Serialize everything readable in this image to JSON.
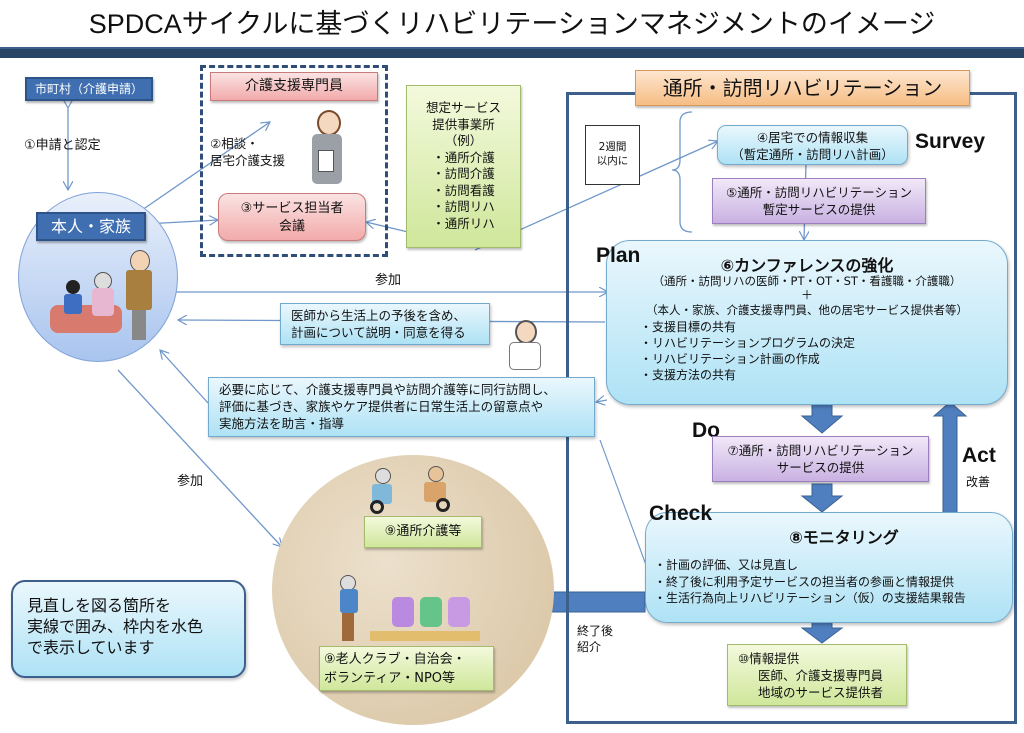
{
  "title": "SPDCAサイクルに基づくリハビリテーションマネジメントのイメージ",
  "left": {
    "municipality": "市町村（介護申請）",
    "step1_label": "①申請と認定",
    "family_label": "本人・家族",
    "step2_label_lines": [
      "②相談・",
      "居宅介護支援"
    ],
    "participate_label_top": "参加",
    "participate_label_bottom": "参加"
  },
  "care_manager_group": {
    "care_manager": "介護支援専門員",
    "step3_lines": [
      "③サービス担当者",
      "会議"
    ]
  },
  "service_providers": {
    "lines": [
      "想定サービス",
      "提供事業所",
      "（例）",
      "・通所介護",
      "・訪問介護",
      "・訪問看護",
      "・訪問リハ",
      "・通所リハ"
    ]
  },
  "notes": {
    "doctor_explain_lines": [
      "医師から生活上の予後を含め、",
      "計画について説明・同意を得る"
    ],
    "accompany_visit_lines": [
      "必要に応じて、介護支援専門員や訪問介護等に同行訪問し、",
      "評価に基づき、家族やケア提供者に日常生活上の留意点や",
      "実施方法を助言・指導"
    ],
    "legend_lines": [
      "見直しを図る箇所を",
      "実線で囲み、枠内を水色",
      "で表示しています"
    ]
  },
  "rehab": {
    "header": "通所・訪問リハビリテーション",
    "within_two_weeks_lines": [
      "2週間",
      "以内に"
    ],
    "step4_lines": [
      "④居宅での情報収集",
      "（暫定通所・訪問リハ計画）"
    ],
    "survey": "Survey",
    "step5_lines": [
      "⑤通所・訪問リハビリテーション",
      "暫定サービスの提供"
    ],
    "plan": "Plan",
    "step6_title": "⑥カンファレンスの強化",
    "step6_sub1": "（通所・訪問リハの医師・PT・OT・ST・看護職・介護職）",
    "step6_plus": "＋",
    "step6_sub2": "（本人・家族、介護支援専門員、他の居宅サービス提供者等）",
    "step6_bullets": [
      "・支援目標の共有",
      "・リハビリテーションプログラムの決定",
      "・リハビリテーション計画の作成",
      "・支援方法の共有"
    ],
    "do": "Do",
    "step7_lines": [
      "⑦通所・訪問リハビリテーション",
      "サービスの提供"
    ],
    "act": "Act",
    "act_sub": "改善",
    "check": "Check",
    "step8_title": "⑧モニタリング",
    "step8_bullets": [
      "・計画の評価、又は見直し",
      "・終了後に利用予定サービスの担当者の参画と情報提供",
      "・生活行為向上リハビリテーション（仮）の支援結果報告"
    ],
    "after_end_lines": [
      "終了後",
      "紹介"
    ],
    "step10_lines": [
      "⑩情報提供",
      "医師、介護支援専門員",
      "地域のサービス提供者"
    ]
  },
  "community": {
    "day_care": "⑨通所介護等",
    "clubs_lines": [
      "⑨老人クラブ・自治会・",
      "ボランティア・NPO等"
    ]
  },
  "colors": {
    "navy": "#3f6fb0",
    "frame": "#3d5f8c",
    "arrow": "#4f7fbf",
    "line": "#6f97c9"
  }
}
